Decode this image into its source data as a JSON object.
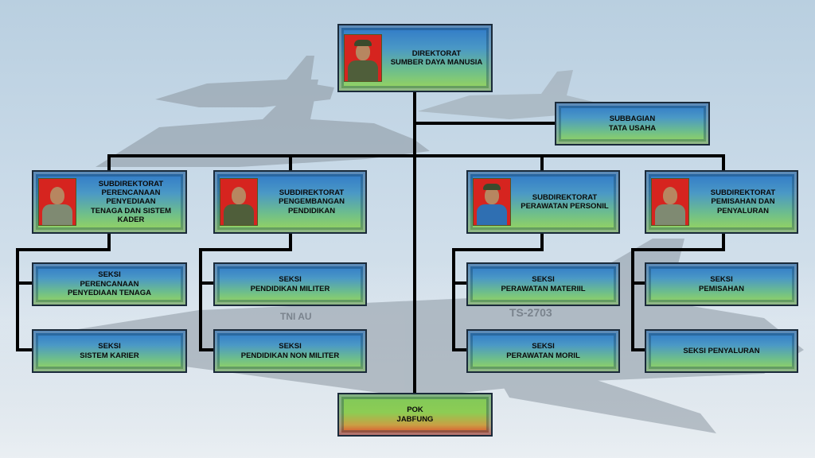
{
  "chart": {
    "top": {
      "label": "DIREKTORAT\nSUMBER DAYA MANUSIA"
    },
    "staff": {
      "label": "SUBBAGIAN\nTATA USAHA"
    },
    "subdirs": [
      {
        "label": "SUBDIREKTORAT\nPERENCANAAN PENYEDIAAN\nTENAGA DAN SISTEM KADER",
        "sections": [
          "SEKSI\nPERENCANAAN\nPENYEDIAAN TENAGA",
          "SEKSI\nSISTEM KARIER"
        ]
      },
      {
        "label": "SUBDIREKTORAT\nPENGEMBANGAN\nPENDIDIKAN",
        "sections": [
          "SEKSI\nPENDIDIKAN MILITER",
          "SEKSI\nPENDIDIKAN NON MILITER"
        ]
      },
      {
        "label": "SUBDIREKTORAT\nPERAWATAN PERSONIL",
        "sections": [
          "SEKSI\nPERAWATAN MATERIIL",
          "SEKSI\nPERAWATAN MORIL"
        ]
      },
      {
        "label": "SUBDIREKTORAT\nPEMISAHAN DAN\nPENYALURAN",
        "sections": [
          "SEKSI\nPEMISAHAN",
          "SEKSI PENYALURAN"
        ]
      }
    ],
    "functional": {
      "label": "POK\nJABFUNG"
    }
  },
  "background": {
    "aircraft_markings": [
      "TNI AU",
      "TS-2703"
    ]
  },
  "colors": {
    "line": "#000000",
    "box_top": "#2f78c8",
    "box_bottom": "#9bd65a",
    "accent_red": "#e2402c"
  }
}
